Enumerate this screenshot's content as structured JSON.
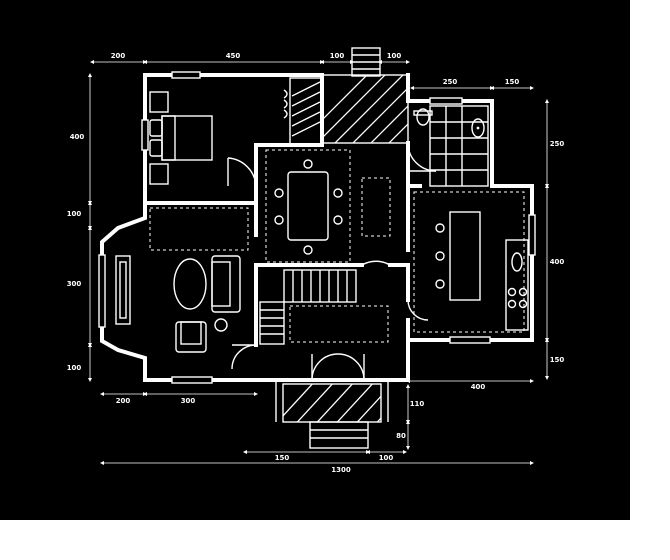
{
  "colors": {
    "background": "#000000",
    "line": "#ffffff",
    "page": "#ffffff"
  },
  "dimensions": {
    "top": [
      "200",
      "450",
      "100",
      "100"
    ],
    "top_right": [
      "250",
      "150"
    ],
    "left": [
      "400",
      "100",
      "300",
      "100"
    ],
    "right": [
      "250",
      "400",
      "150"
    ],
    "bottom_left": [
      "200",
      "300"
    ],
    "bottom_right": "400",
    "porch": [
      "110",
      "80"
    ],
    "porch_width": [
      "150",
      "100"
    ],
    "total": "1300"
  }
}
